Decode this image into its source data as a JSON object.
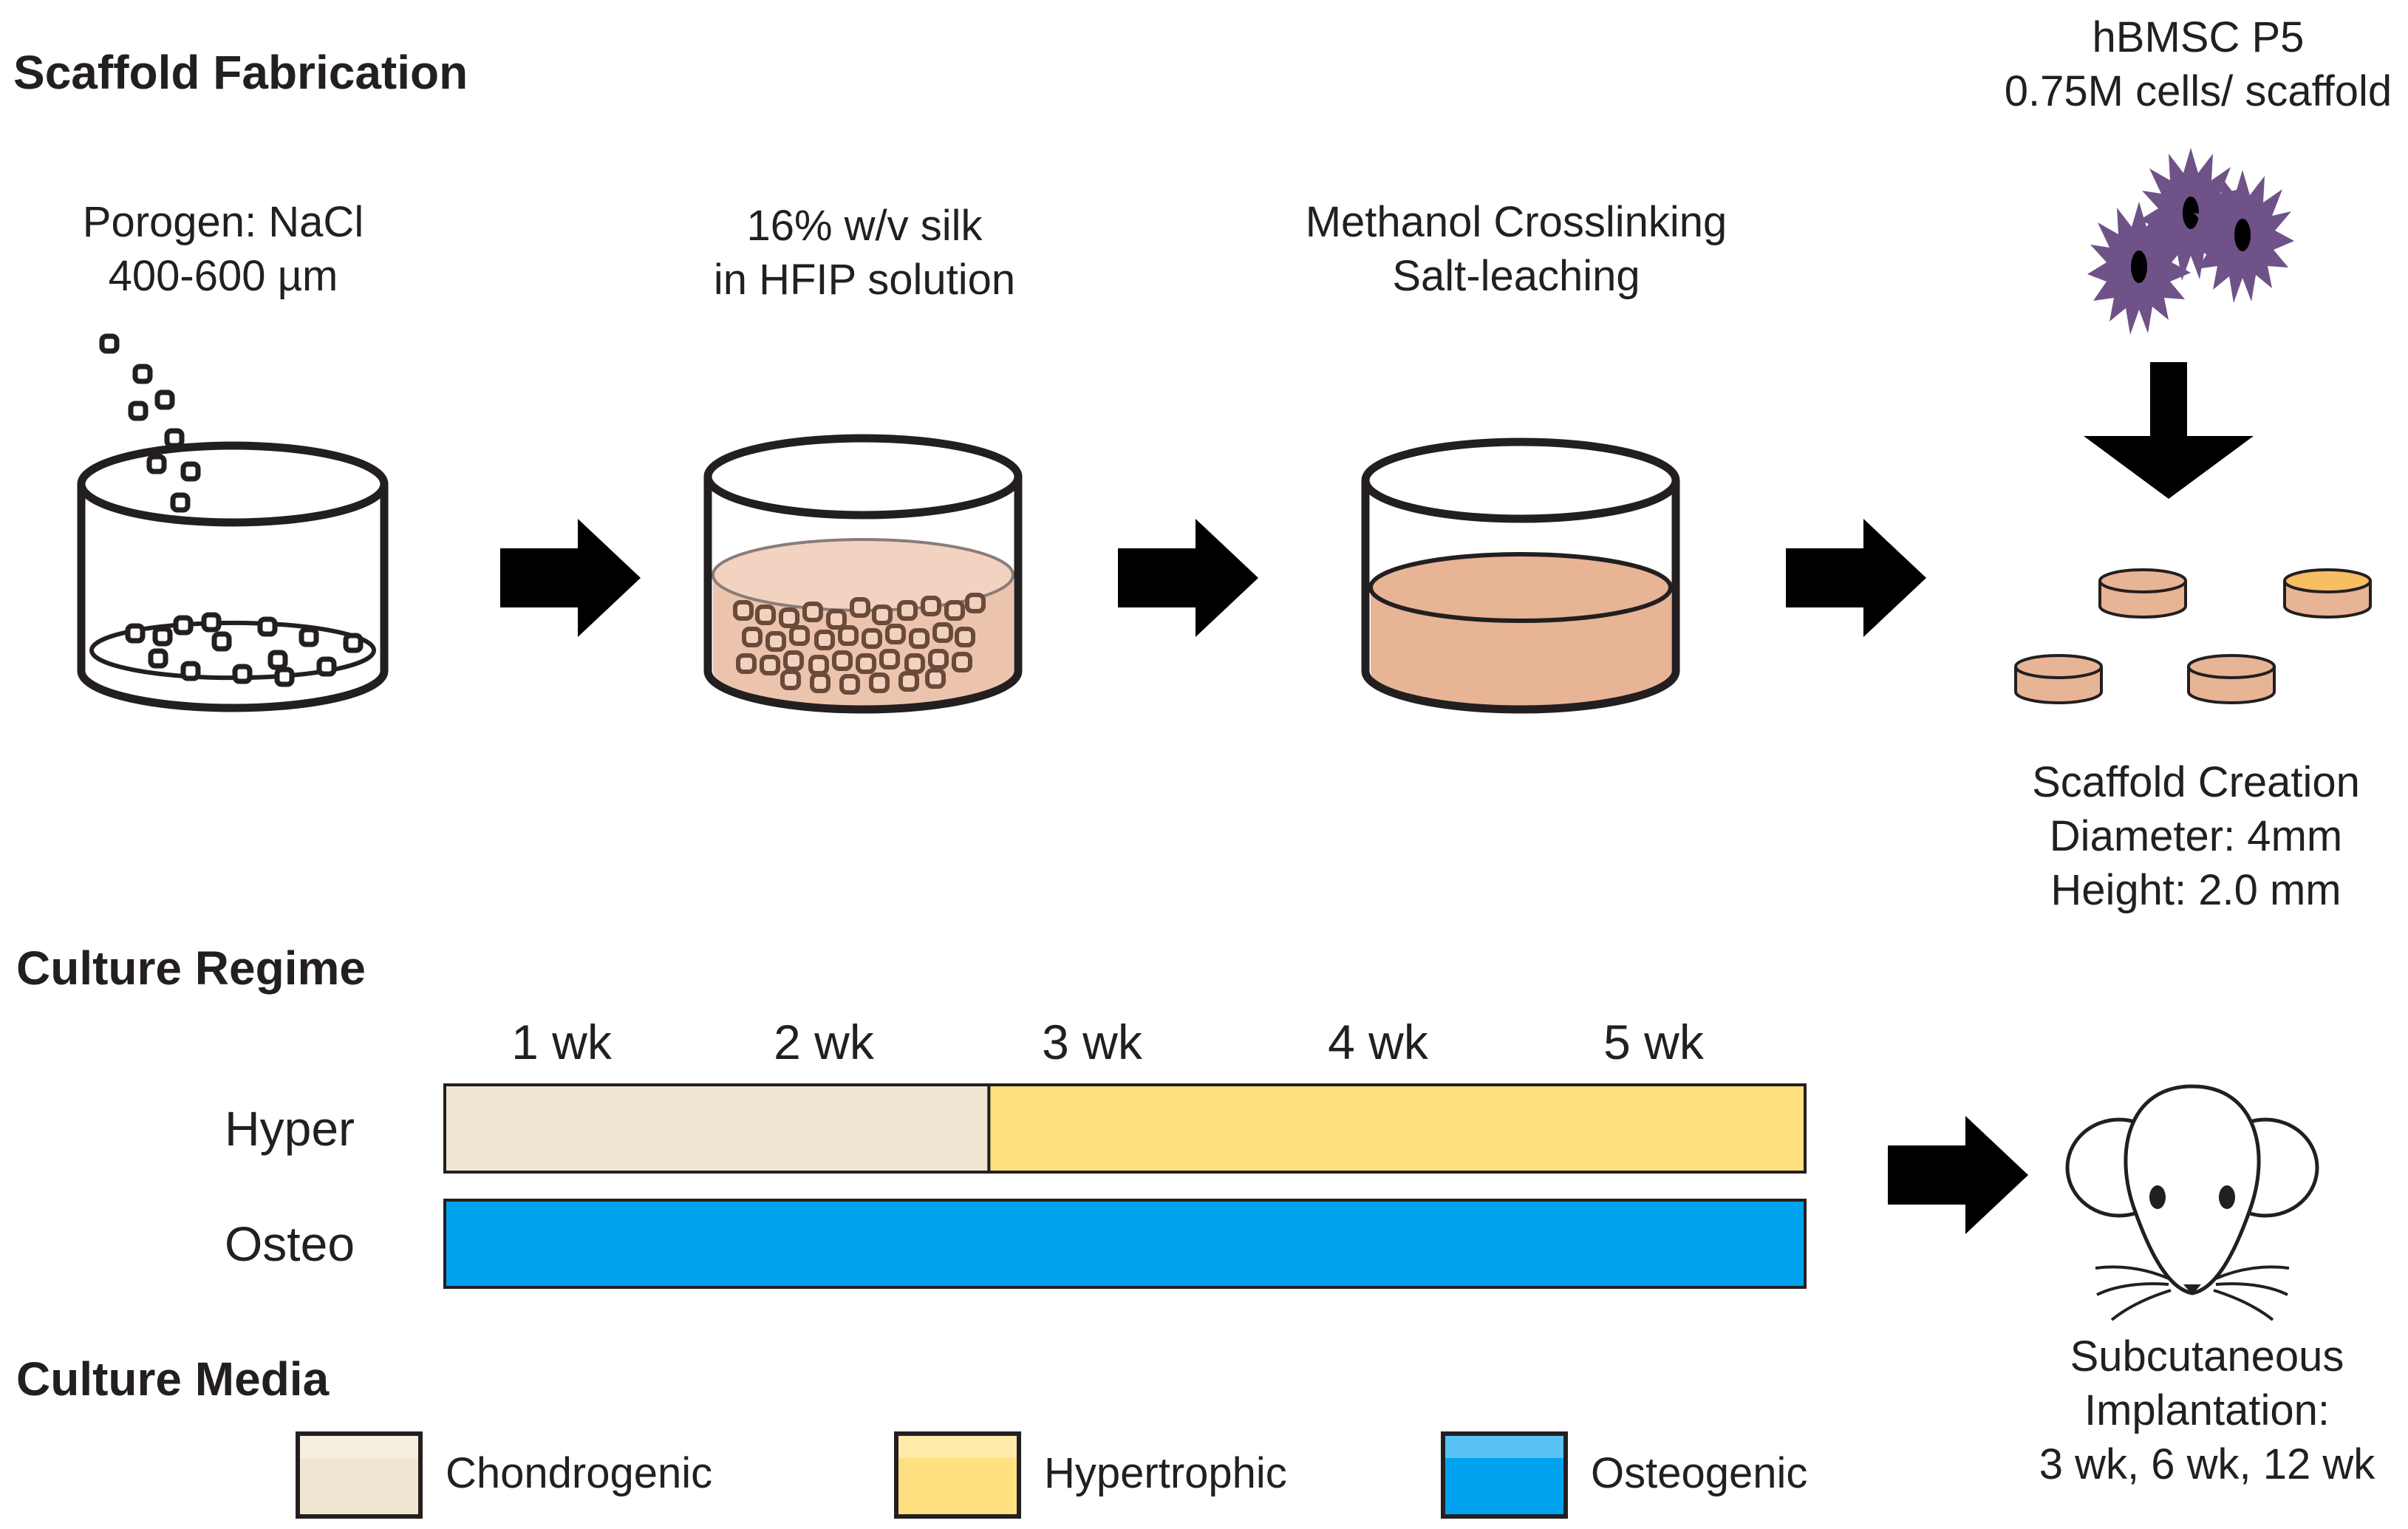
{
  "headings": {
    "fabrication": "Scaffold Fabrication",
    "regime": "Culture Regime",
    "media": "Culture Media"
  },
  "steps": {
    "porogen_line1": "Porogen:  NaCl",
    "porogen_line2": "400-600 µm",
    "silk_line1": "16% w/v silk",
    "silk_line2": "in HFIP solution",
    "methanol_line1": "Methanol Crosslinking",
    "methanol_line2": "Salt-leaching",
    "cells_line1": "hBMSC P5",
    "cells_line2": "0.75M cells/ scaffold",
    "scaffold_line1": "Scaffold Creation",
    "scaffold_line2": "Diameter:  4mm",
    "scaffold_line3": "Height:  2.0 mm"
  },
  "regime": {
    "weeks": [
      "1 wk",
      "2 wk",
      "3 wk",
      "4 wk",
      "5 wk"
    ],
    "rows": [
      {
        "label": "Hyper",
        "segments": [
          {
            "medium": "Chondrogenic",
            "weeks": 2
          },
          {
            "medium": "Hypertrophic",
            "weeks": 3
          }
        ]
      },
      {
        "label": "Osteo",
        "segments": [
          {
            "medium": "Osteogenic",
            "weeks": 5
          }
        ]
      }
    ]
  },
  "implant": {
    "line1": "Subcutaneous",
    "line2": "Implantation:",
    "line3": "3 wk, 6 wk, 12 wk"
  },
  "media_legend": [
    {
      "name": "Chondrogenic",
      "color": "#f1e6d2"
    },
    {
      "name": "Hypertrophic",
      "color": "#ffe080"
    },
    {
      "name": "Osteogenic",
      "color": "#00a2ee"
    }
  ],
  "colors": {
    "silk_solution": "#ecc4ae",
    "scaffold": "#e8b496",
    "cells": "#6e5288",
    "arrows": "#000000"
  }
}
